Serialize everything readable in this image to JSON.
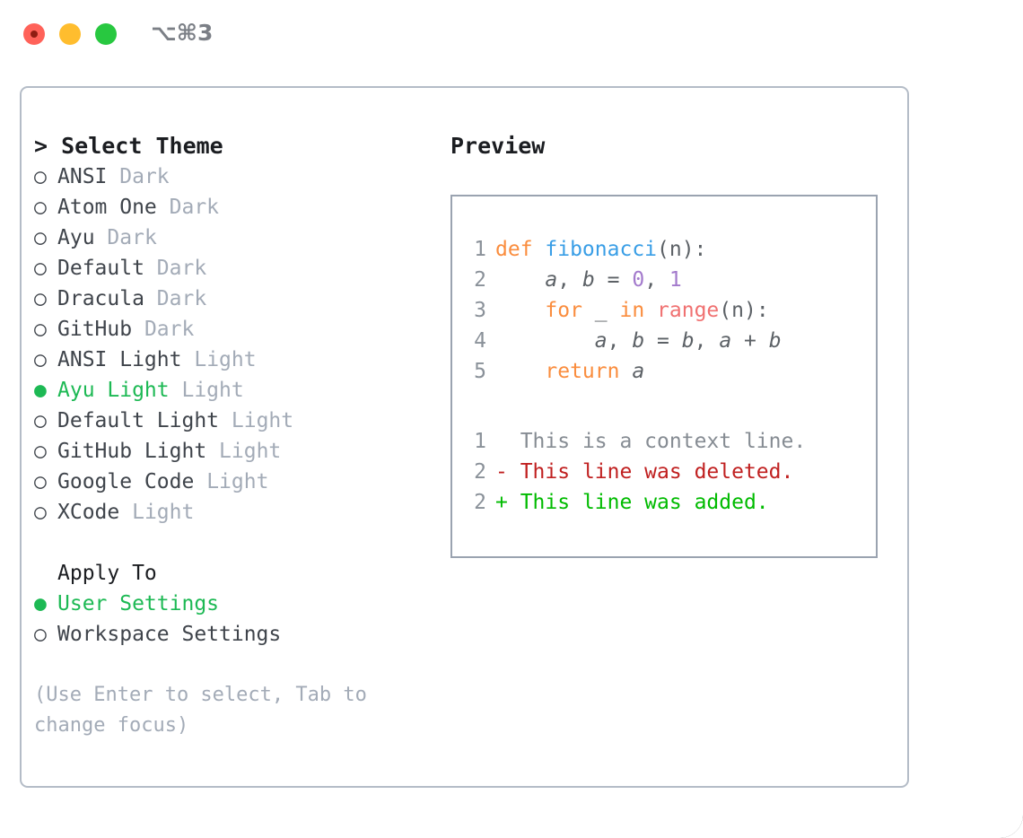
{
  "window": {
    "shortcut": "⌥⌘3",
    "traffic_lights": [
      "close",
      "minimize",
      "maximize"
    ],
    "colors": {
      "close": "#ff6259",
      "minimize": "#ffbd2e",
      "maximize": "#28c840",
      "accent_selected": "#1db954",
      "panel_border": "#b4bcc7",
      "preview_border": "#9aa3b0",
      "muted_text": "#a3abb7"
    }
  },
  "theme_list": {
    "header": "> Select Theme",
    "items": [
      {
        "bullet": "○",
        "name": "ANSI",
        "tag": "Dark",
        "selected": false
      },
      {
        "bullet": "○",
        "name": "Atom One",
        "tag": "Dark",
        "selected": false
      },
      {
        "bullet": "○",
        "name": "Ayu",
        "tag": "Dark",
        "selected": false
      },
      {
        "bullet": "○",
        "name": "Default",
        "tag": "Dark",
        "selected": false
      },
      {
        "bullet": "○",
        "name": "Dracula",
        "tag": "Dark",
        "selected": false
      },
      {
        "bullet": "○",
        "name": "GitHub",
        "tag": "Dark",
        "selected": false
      },
      {
        "bullet": "○",
        "name": "ANSI Light",
        "tag": "Light",
        "selected": false
      },
      {
        "bullet": "●",
        "name": "Ayu Light",
        "tag": "Light",
        "selected": true
      },
      {
        "bullet": "○",
        "name": "Default Light",
        "tag": "Light",
        "selected": false
      },
      {
        "bullet": "○",
        "name": "GitHub Light",
        "tag": "Light",
        "selected": false
      },
      {
        "bullet": "○",
        "name": "Google Code",
        "tag": "Light",
        "selected": false
      },
      {
        "bullet": "○",
        "name": "XCode",
        "tag": "Light",
        "selected": false
      }
    ]
  },
  "apply_to": {
    "header": "Apply To",
    "items": [
      {
        "bullet": "●",
        "label": "User Settings",
        "selected": true
      },
      {
        "bullet": "○",
        "label": "Workspace Settings",
        "selected": false
      }
    ]
  },
  "hint": "(Use Enter to select, Tab to change focus)",
  "preview": {
    "title": "Preview",
    "code_lines": [
      {
        "n": "1",
        "segments": [
          {
            "t": "def ",
            "c": "kw"
          },
          {
            "t": "fibonacci",
            "c": "fn"
          },
          {
            "t": "(n):",
            "c": "pun"
          }
        ]
      },
      {
        "n": "2",
        "segments": [
          {
            "t": "    ",
            "c": "pun"
          },
          {
            "t": "a",
            "c": "id"
          },
          {
            "t": ", ",
            "c": "pun"
          },
          {
            "t": "b",
            "c": "id"
          },
          {
            "t": " = ",
            "c": "pun"
          },
          {
            "t": "0",
            "c": "num"
          },
          {
            "t": ", ",
            "c": "pun"
          },
          {
            "t": "1",
            "c": "num"
          }
        ]
      },
      {
        "n": "3",
        "segments": [
          {
            "t": "    ",
            "c": "pun"
          },
          {
            "t": "for",
            "c": "kw"
          },
          {
            "t": " _ ",
            "c": "pun"
          },
          {
            "t": "in",
            "c": "kw"
          },
          {
            "t": " ",
            "c": "pun"
          },
          {
            "t": "range",
            "c": "bif"
          },
          {
            "t": "(n):",
            "c": "pun"
          }
        ]
      },
      {
        "n": "4",
        "segments": [
          {
            "t": "        ",
            "c": "pun"
          },
          {
            "t": "a",
            "c": "id"
          },
          {
            "t": ", ",
            "c": "pun"
          },
          {
            "t": "b",
            "c": "id"
          },
          {
            "t": " = ",
            "c": "pun"
          },
          {
            "t": "b",
            "c": "id"
          },
          {
            "t": ", ",
            "c": "pun"
          },
          {
            "t": "a",
            "c": "id"
          },
          {
            "t": " + ",
            "c": "pun"
          },
          {
            "t": "b",
            "c": "id"
          }
        ]
      },
      {
        "n": "5",
        "segments": [
          {
            "t": "    ",
            "c": "pun"
          },
          {
            "t": "return",
            "c": "kw"
          },
          {
            "t": " ",
            "c": "pun"
          },
          {
            "t": "a",
            "c": "id"
          }
        ]
      }
    ],
    "diff_lines": [
      {
        "n": "1",
        "marker": " ",
        "text": " This is a context line.",
        "kind": "ctx"
      },
      {
        "n": "2",
        "marker": "-",
        "text": " This line was deleted.",
        "kind": "del"
      },
      {
        "n": "2",
        "marker": "+",
        "text": " This line was added.",
        "kind": "add"
      }
    ]
  }
}
